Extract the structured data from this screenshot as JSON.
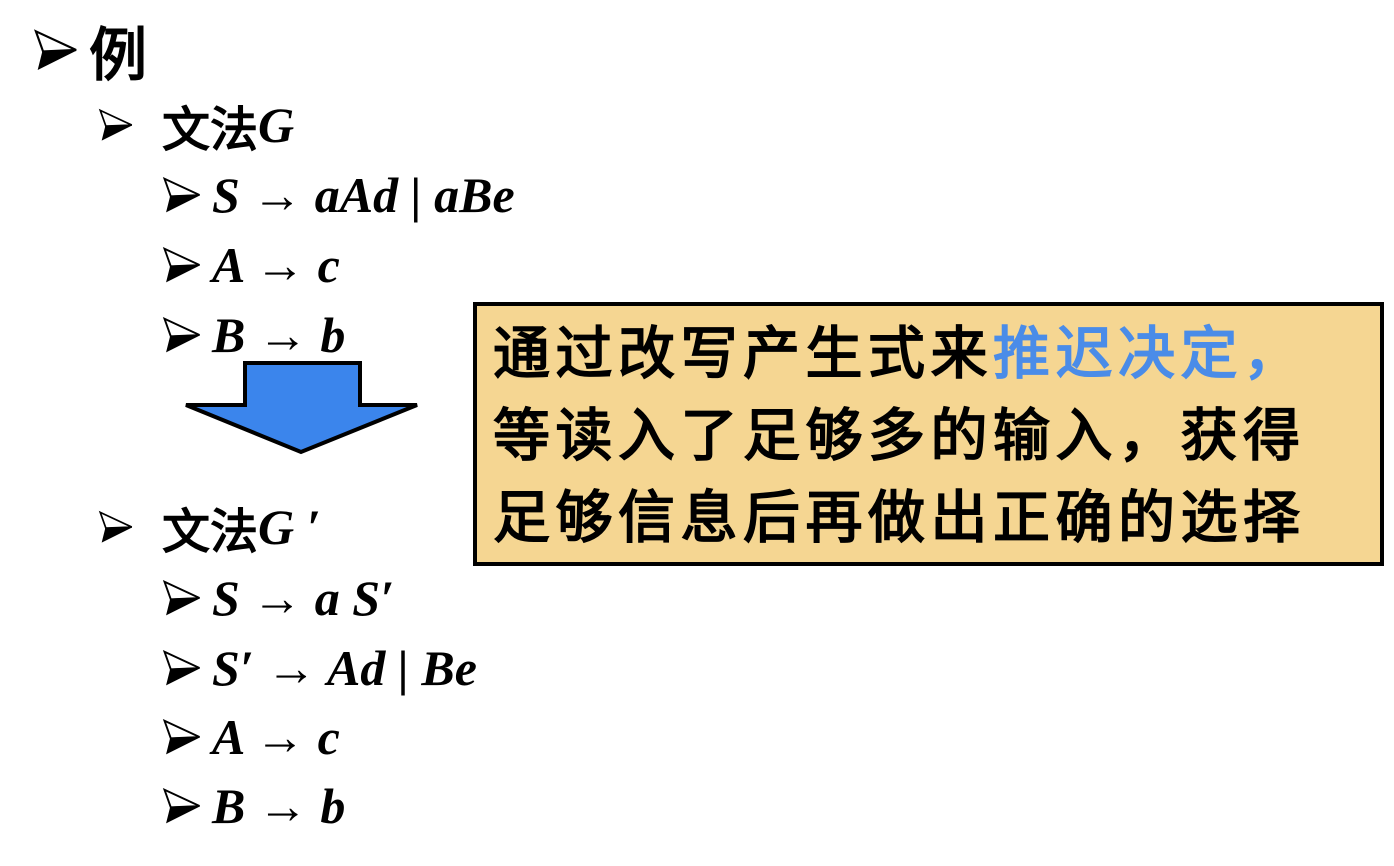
{
  "slide": {
    "example_label": "例",
    "grammar_g": {
      "title_cjk": "文法",
      "title_symbol": "G",
      "rules": [
        "S → aAd | aBe",
        "A → c",
        "B → b"
      ]
    },
    "grammar_g_prime": {
      "title_cjk": "文法",
      "title_symbol": "G ′",
      "rules": [
        "S → a S′",
        "S′ → Ad | Be",
        "A → c",
        "B → b"
      ]
    },
    "callout": {
      "line1_black": "通过改写产生式来",
      "line1_highlight": "推迟决定，",
      "line2": "等读入了足够多的输入，获得",
      "line3": "足够信息后再做出正确的选择",
      "highlight_color": "#4A8CE8",
      "background_color": "#F5D692",
      "border_color": "#000000"
    },
    "icons": {
      "bullet": "arrowhead-bullet-icon",
      "transform_arrow": "block-down-arrow-icon"
    },
    "arrow_color": "#3B85EC"
  }
}
